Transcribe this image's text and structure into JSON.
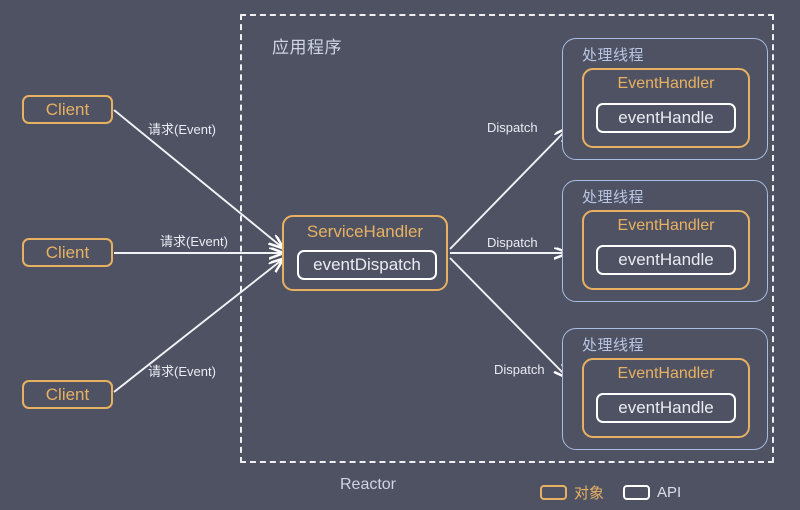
{
  "diagram": {
    "title": "Reactor",
    "app_boundary_label": "应用程序",
    "bottom_label": "Reactor"
  },
  "clients": [
    {
      "label": "Client"
    },
    {
      "label": "Client"
    },
    {
      "label": "Client"
    }
  ],
  "service_handler": {
    "title": "ServiceHandler",
    "api": "eventDispatch"
  },
  "threads": [
    {
      "title": "处理线程",
      "handler": "EventHandler",
      "api": "eventHandle"
    },
    {
      "title": "处理线程",
      "handler": "EventHandler",
      "api": "eventHandle"
    },
    {
      "title": "处理线程",
      "handler": "EventHandler",
      "api": "eventHandle"
    }
  ],
  "edges": {
    "request_labels": [
      "请求(Event)",
      "请求(Event)",
      "请求(Event)"
    ],
    "dispatch_labels": [
      "Dispatch",
      "Dispatch",
      "Dispatch"
    ]
  },
  "legend": {
    "object_label": "对象",
    "api_label": "API",
    "object_color": "#e8b162",
    "api_color": "#ffffff"
  },
  "colors": {
    "background": "#4e5263",
    "object_border": "#e8b162",
    "api_border": "#ffffff",
    "thread_border": "#a8bbe0",
    "text": "#e9ecf2",
    "boundary": "#f0f0f3"
  }
}
